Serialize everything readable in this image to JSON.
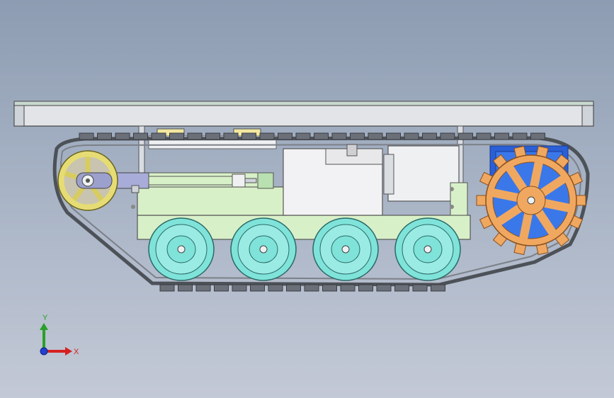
{
  "triad": {
    "y_label": "Y",
    "x_label": "X",
    "y_color": "#2aa02a",
    "x_color": "#d62020",
    "z_color": "#2040d0"
  },
  "colors": {
    "background_top": "#8d9cb2",
    "background_bottom": "#c3c9d6",
    "track": "#5a5e66",
    "track_pad": "#6b6f78",
    "road_wheel": "#7fe3da",
    "sprocket": "#f0a860",
    "idler": "#e6dc74",
    "hull": "#d8f0c8",
    "motor_blue": "#2a5fd6",
    "actuator": "#a8acd8",
    "deck": "#e2e4e8",
    "box": "#f2f2f4"
  },
  "parts": {
    "road_wheel_count": 4
  }
}
